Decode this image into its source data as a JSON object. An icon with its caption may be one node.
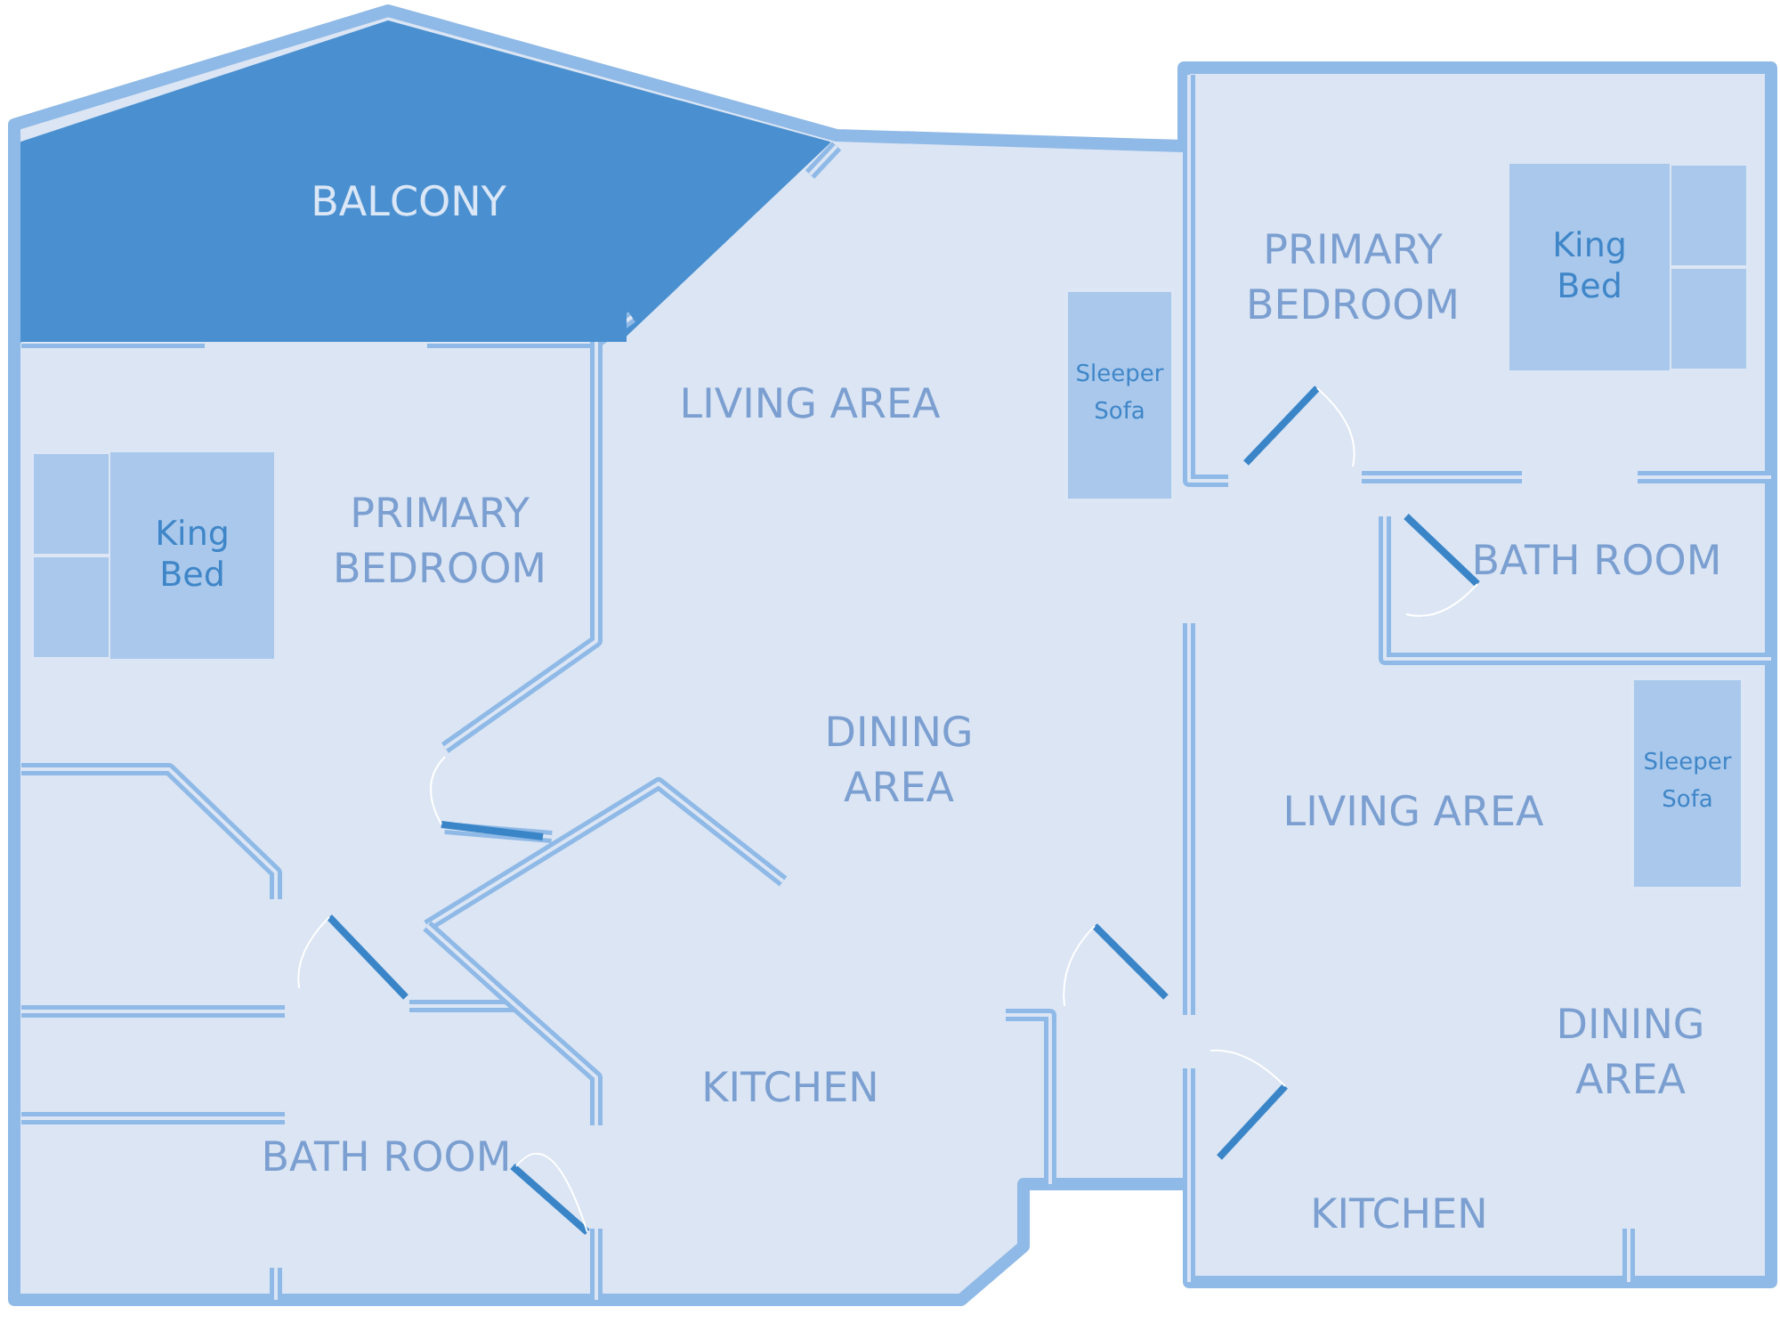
{
  "diagram": {
    "nodes": [
      {
        "text": [
          "BALCONY"
        ]
      },
      {
        "text": [
          "King Bed"
        ]
      },
      {
        "text": [
          "Sleeper Sofa"
        ]
      },
      {
        "text": [
          "King Bed"
        ]
      },
      {
        "text": [
          "Sleeper Sofa"
        ]
      }
    ],
    "edges": [],
    "labels": [
      "PRIMARY BEDROOM",
      "LIVING AREA",
      "PRIMARY BEDROOM",
      "BATH ROOM",
      "DINING AREA",
      "LIVING AREA",
      "DINING AREA",
      "KITCHEN",
      "BATH ROOM",
      "KITCHEN"
    ]
  }
}
